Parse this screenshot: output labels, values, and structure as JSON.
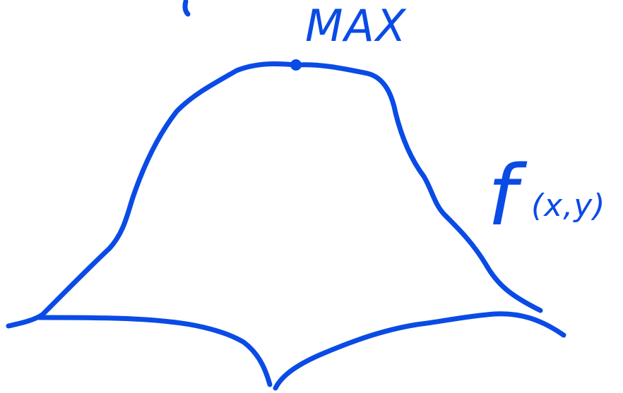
{
  "colors": {
    "ink": "#0a4be6",
    "background": "#ffffff"
  },
  "annotations": {
    "max_label": "MAX",
    "function_label": "f",
    "function_args": "(x,y)"
  }
}
